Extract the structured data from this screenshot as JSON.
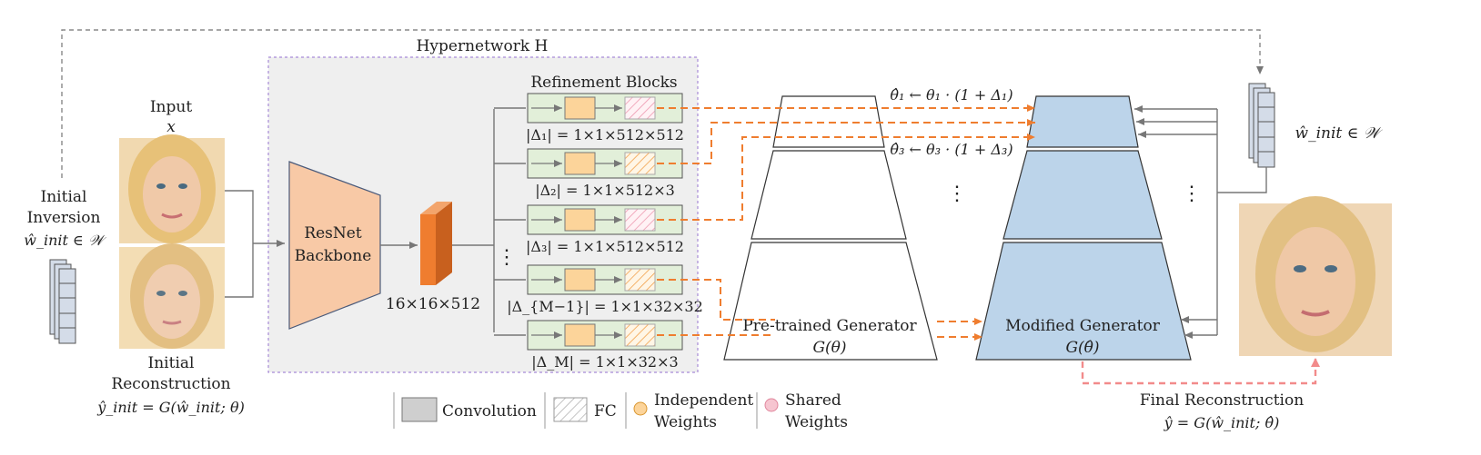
{
  "hypernetwork": {
    "title": "Hypernetwork H",
    "backbone_label": "ResNet Backbone",
    "backbone_lines": [
      "ResNet",
      "Backbone"
    ],
    "feature_size": "16×16×512",
    "refinement_title": "Refinement Blocks",
    "blocks": [
      {
        "delta": "|Δ₁| = 1×1×512×512",
        "weights": "shared"
      },
      {
        "delta": "|Δ₂| = 1×1×512×3",
        "weights": "independent"
      },
      {
        "delta": "|Δ₃| = 1×1×512×512",
        "weights": "shared"
      },
      {
        "delta": "|Δ_{M−1}| = 1×1×32×32",
        "weights": "independent"
      },
      {
        "delta": "|Δ_M| = 1×1×32×3",
        "weights": "independent"
      }
    ]
  },
  "input": {
    "label": "Input",
    "symbol": "x"
  },
  "initial_inversion": {
    "lines": [
      "Initial",
      "Inversion",
      "ŵ_init ∈ 𝒲"
    ]
  },
  "initial_reconstruction": {
    "lines": [
      "Initial",
      "Reconstruction",
      "ŷ_init = G(ŵ_init; θ)"
    ]
  },
  "pretrained_generator": {
    "label": "Pre-trained Generator",
    "symbol": "G(θ)"
  },
  "modified_generator": {
    "label": "Modified Generator",
    "symbol": "G(θ̂)"
  },
  "updates": [
    "θ̂₁ ← θ₁ · (1 + Δ₁)",
    "θ̂₃ ← θ₃ · (1 + Δ₃)"
  ],
  "latent_label": "ŵ_init ∈ 𝒲",
  "final_reconstruction": {
    "label": "Final Reconstruction",
    "formula": "ŷ = G(ŵ_init; θ̂)"
  },
  "legend": {
    "convolution": "Convolution",
    "fc": "FC",
    "independent": [
      "Independent",
      "Weights"
    ],
    "shared": [
      "Shared",
      "Weights"
    ]
  },
  "colors": {
    "backbone": "#f8c9a6",
    "feature": "#ef7d2f",
    "block_bg": "#e2efd9",
    "conv": "#fcd49a",
    "shared": "#f6c5d0",
    "modified": "#bcd4ea",
    "arrow_orange": "#ef7d2f",
    "arrow_pink": "#f28b8b",
    "panel": "#efefef"
  }
}
